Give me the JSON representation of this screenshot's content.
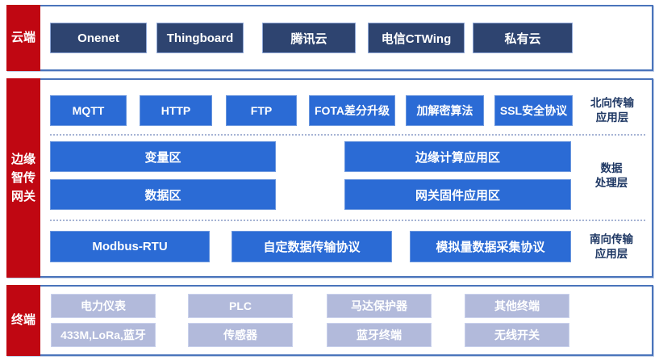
{
  "colors": {
    "tab_red": "#c00712",
    "cloud_box_navy": "#2e4470",
    "gateway_box_blue": "#2b6bd5",
    "terminal_box_purple": "#b2badb",
    "section_border_blue": "#4a74bb",
    "layer_label_navy": "#1f3864"
  },
  "cloud": {
    "tab": "云端",
    "boxes": [
      "Onenet",
      "Thingboard",
      "腾讯云",
      "电信CTWing",
      "私有云"
    ]
  },
  "gateway": {
    "tab_lines": [
      "边缘",
      "智传",
      "网关"
    ],
    "north": {
      "boxes": [
        "MQTT",
        "HTTP",
        "FTP",
        "FOTA差分升级",
        "加解密算法",
        "SSL安全协议"
      ],
      "layer": [
        "北向传输",
        "应用层"
      ]
    },
    "data": {
      "left": [
        "变量区",
        "数据区"
      ],
      "right": [
        "边缘计算应用区",
        "网关固件应用区"
      ],
      "layer": [
        "数据",
        "处理层"
      ]
    },
    "south": {
      "boxes": [
        "Modbus-RTU",
        "自定数据传输协议",
        "模拟量数据采集协议"
      ],
      "layer": [
        "南向传输",
        "应用层"
      ]
    }
  },
  "terminal": {
    "tab": "终端",
    "rows": [
      [
        "电力仪表",
        "PLC",
        "马达保护器",
        "其他终端"
      ],
      [
        "433M,LoRa,蓝牙",
        "传感器",
        "蓝牙终端",
        "无线开关"
      ]
    ]
  }
}
